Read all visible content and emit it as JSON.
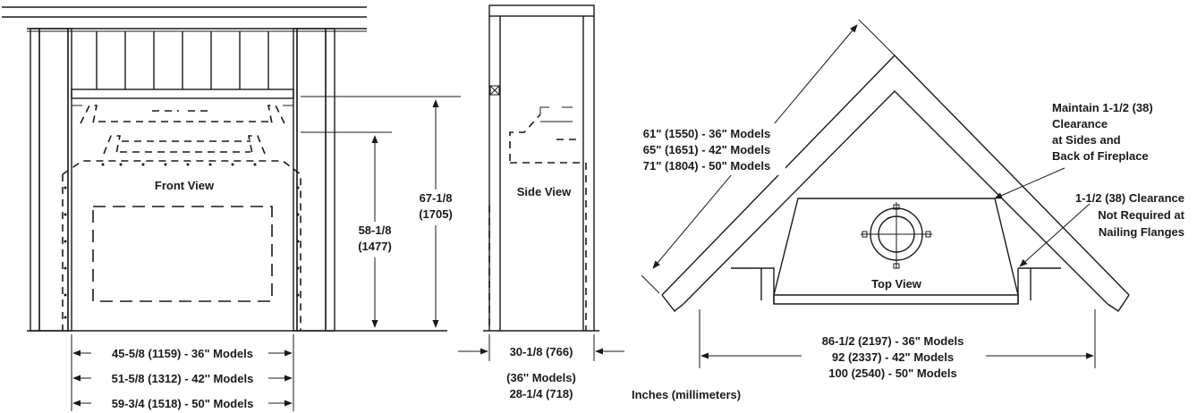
{
  "front_view": {
    "title": "Front View",
    "height_total": "67-1/8",
    "height_total_mm": "(1705)",
    "height_opening": "58-1/8",
    "height_opening_mm": "(1477)",
    "widths": [
      "45-5/8 (1159) - 36\" Models",
      "51-5/8 (1312) - 42'' Models",
      "59-3/4 (1518) - 50\" Models"
    ]
  },
  "side_view": {
    "title": "Side View",
    "depth_main": "30-1/8 (766)",
    "depth_note": "(36'' Models)",
    "depth_alt": "28-1/4 (718)"
  },
  "top_view": {
    "title": "Top View",
    "wall_lengths": [
      "61\" (1550) - 36\" Models",
      "65\" (1651) - 42\" Models",
      "71\" (1804) - 50\" Models"
    ],
    "clearance_note": [
      "Maintain 1-1/2 (38)",
      "Clearance",
      "at Sides and",
      "Back of Fireplace"
    ],
    "flange_note": [
      "1-1/2 (38) Clearance",
      "Not Required at",
      "Nailing Flanges"
    ],
    "span_lengths": [
      "86-1/2 (2197) -  36\" Models",
      "92 (2337) -  42\" Models",
      "100 (2540) -  50\" Models"
    ]
  },
  "units_note": "Inches (millimeters)"
}
